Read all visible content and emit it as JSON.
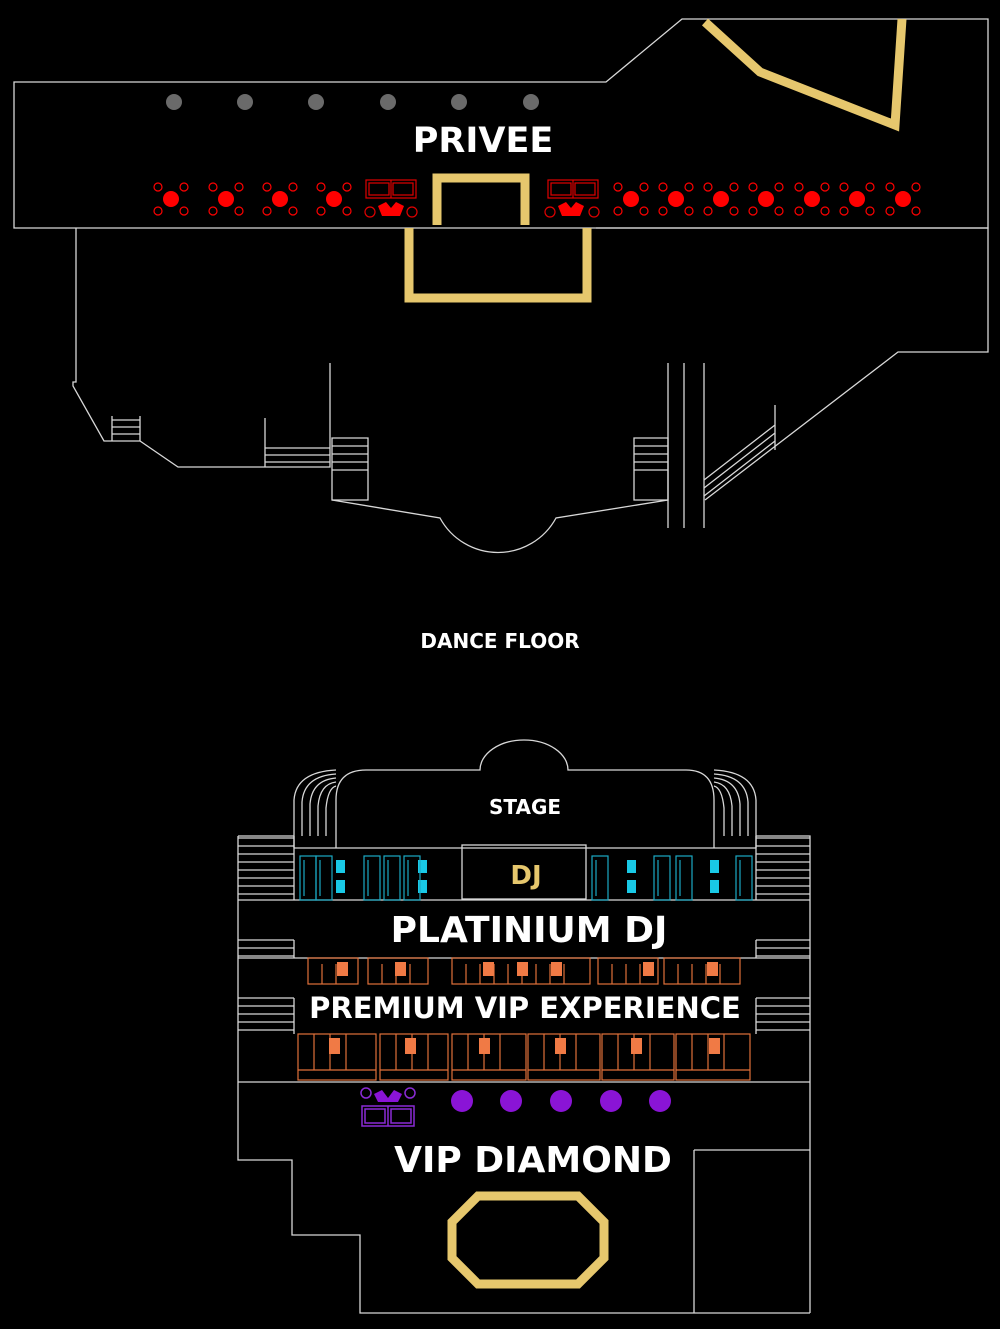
{
  "labels": {
    "privee": "PRIVEE",
    "dance_floor": "DANCE FLOOR",
    "stage": "STAGE",
    "dj": "DJ",
    "platinium_dj": "PLATINIUM DJ",
    "premium_vip": "PREMIUM VIP EXPERIENCE",
    "vip_diamond": "VIP DIAMOND"
  },
  "colors": {
    "background": "#000000",
    "walls": "#d8d8d8",
    "gold": "#e6c76d",
    "privee_tables": "#ff0000",
    "platinium_tables": "#19c9e6",
    "premium_tables": "#f07a45",
    "diamond_tables": "#8a14d6",
    "grey_tables": "#6a6a6a",
    "text": "#ffffff"
  }
}
